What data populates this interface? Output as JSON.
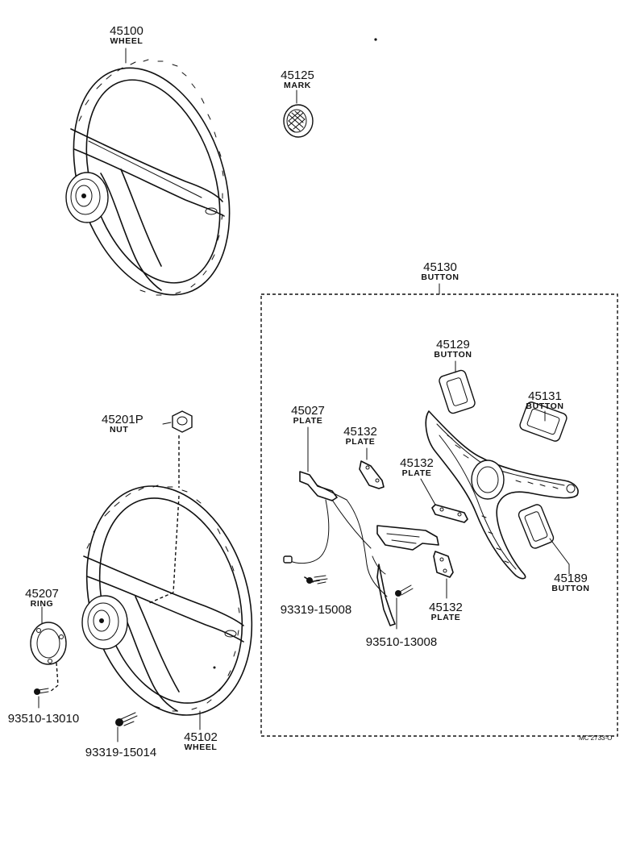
{
  "parts": {
    "p45100": {
      "number": "45100",
      "name": "WHEEL"
    },
    "p45125": {
      "number": "45125",
      "name": "MARK"
    },
    "p45130": {
      "number": "45130",
      "name": "BUTTON"
    },
    "p45129": {
      "number": "45129",
      "name": "BUTTON"
    },
    "p45131": {
      "number": "45131",
      "name": "BUTTON"
    },
    "p45027": {
      "number": "45027",
      "name": "PLATE"
    },
    "p45132a": {
      "number": "45132",
      "name": "PLATE"
    },
    "p45132b": {
      "number": "45132",
      "name": "PLATE"
    },
    "p45132c": {
      "number": "45132",
      "name": "PLATE"
    },
    "p45189": {
      "number": "45189",
      "name": "BUTTON"
    },
    "p45201P": {
      "number": "45201P",
      "name": "NUT"
    },
    "p45207": {
      "number": "45207",
      "name": "RING"
    },
    "p45102": {
      "number": "45102",
      "name": "WHEEL"
    },
    "s93319_15008": {
      "number": "93319-15008"
    },
    "s93510_13008": {
      "number": "93510-13008"
    },
    "s93510_13010": {
      "number": "93510-13010"
    },
    "s93319_15014": {
      "number": "93319-15014"
    }
  },
  "drawing_code": "MC 2733-O"
}
